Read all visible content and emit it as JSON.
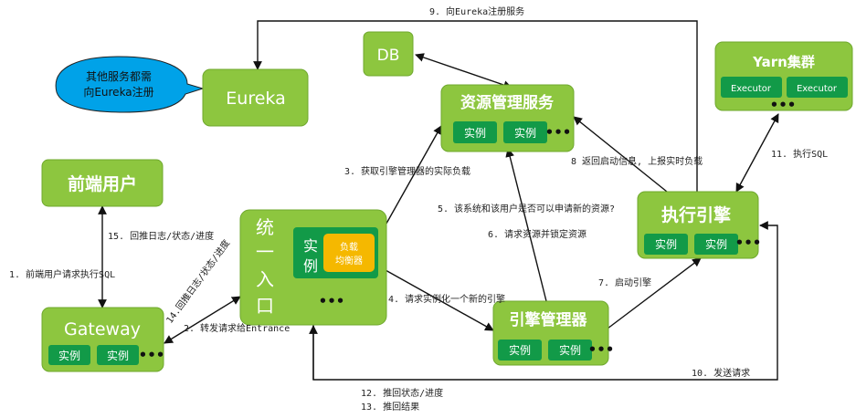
{
  "nodes": {
    "eureka": "Eureka",
    "db": "DB",
    "resource_manager": "资源管理服务",
    "yarn": "Yarn集群",
    "frontend_user": "前端用户",
    "entrance": [
      "统",
      "一",
      "入",
      "口"
    ],
    "gateway": "Gateway",
    "engine_manager": "引擎管理器",
    "engine": "执行引擎"
  },
  "instance_label": "实例",
  "executor_label": "Executor",
  "entrance_instance": [
    "实",
    "例"
  ],
  "load_balancer": [
    "负载",
    "均衡器"
  ],
  "ellipsis": "•••",
  "callout": [
    "其他服务都需",
    "向Eureka注册"
  ],
  "labels": {
    "l1": "1. 前端用户请求执行SQL",
    "l2": "2. 转发请求给Entrance",
    "l3": "3. 获取引擎管理器的实际负载",
    "l4": "4. 请求实例化一个新的引擎",
    "l5": "5. 该系统和该用户是否可以申请新的资源?",
    "l6": "6. 请求资源并锁定资源",
    "l7": "7. 启动引擎",
    "l8": "8 返回启动信息, 上报实时负载",
    "l9": "9. 向Eureka注册服务",
    "l10": "10. 发送请求",
    "l11": "11. 执行SQL",
    "l12": "12. 推回状态/进度",
    "l13": "13. 推回结果",
    "l14": "14.回推日志/状态/进度",
    "l15": "15. 回推日志/状态/进度"
  },
  "colors": {
    "box": "#8dc63f",
    "instance": "#129a48",
    "load_balancer": "#f5b800",
    "callout": "#00a2e8"
  }
}
